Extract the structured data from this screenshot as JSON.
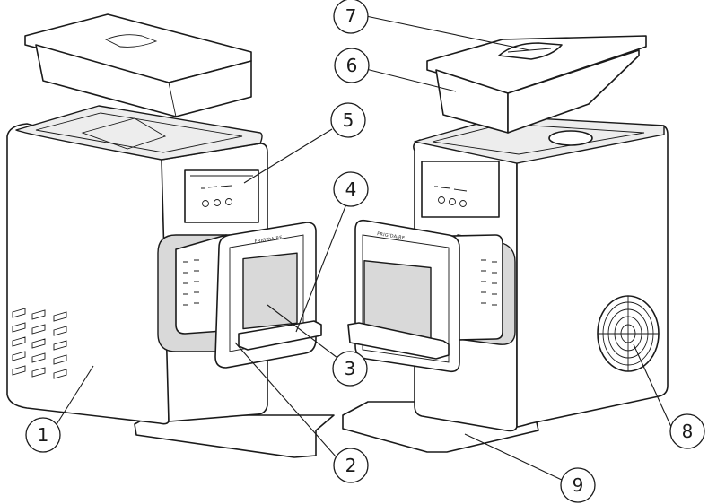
{
  "brand_text": "FRIGIDAIRE",
  "callouts": [
    {
      "id": "1",
      "label": "1"
    },
    {
      "id": "2",
      "label": "2"
    },
    {
      "id": "3",
      "label": "3"
    },
    {
      "id": "4",
      "label": "4"
    },
    {
      "id": "5",
      "label": "5"
    },
    {
      "id": "6",
      "label": "6"
    },
    {
      "id": "7",
      "label": "7"
    },
    {
      "id": "8",
      "label": "8"
    },
    {
      "id": "9",
      "label": "9"
    }
  ]
}
